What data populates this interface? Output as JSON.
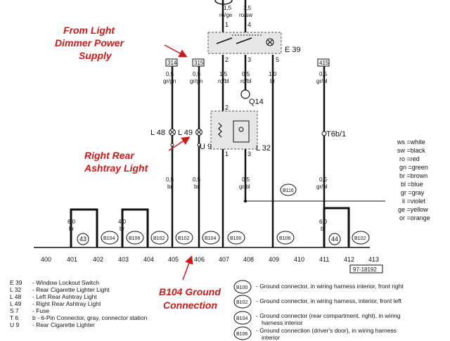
{
  "colors": {
    "wire": "#111111",
    "annotation": "#d01818",
    "box_fill": "#e6e6e6"
  },
  "icons": [
    "lamp-symbol",
    "ground-symbol",
    "connector-circle"
  ],
  "annotations": {
    "from_light_1": "From Light",
    "from_light_2": "Dimmer Power",
    "from_light_3": "Supply",
    "right_rear_1": "Right Rear",
    "right_rear_2": "Ashtray Light",
    "b104_1": "B104 Ground",
    "b104_2": "Connection"
  },
  "top_wires": [
    {
      "gauge": "1,5",
      "color": "ro/ge",
      "terminal": "1"
    },
    {
      "gauge": "1,5",
      "color": "ro/sw",
      "terminal": "4"
    }
  ],
  "switch": {
    "code": "E 39",
    "terminals": [
      "2",
      "3",
      "5"
    ]
  },
  "boxes": [
    "314",
    "315",
    "415"
  ],
  "wires": [
    {
      "gauge": "0,5",
      "color": "gr/gn"
    },
    {
      "gauge": "0,5",
      "color": "gr/gn"
    },
    {
      "gauge": "1,5",
      "color": "ro/bl"
    },
    {
      "gauge": "0,5",
      "color": "ro/bl"
    },
    {
      "gauge": "1,0",
      "color": "br"
    },
    {
      "gauge": "0,5",
      "color": "gr/bl"
    }
  ],
  "components": {
    "l48": "L 48",
    "l49": "L 49",
    "u9": "U 9",
    "l32": "L 32",
    "q14": "Q14",
    "t6": "T6b/1",
    "b116": "B116"
  },
  "lighter_terminals": [
    "2",
    "1",
    "3"
  ],
  "lower_wires": [
    {
      "gauge": "0,5",
      "color": "br"
    },
    {
      "gauge": "0,5",
      "color": "br"
    },
    {
      "gauge": "0,5",
      "color": "gr/bl"
    },
    {
      "gauge": "0,5",
      "color": "gr/bl"
    },
    {
      "gauge": "6,0",
      "color": "br"
    },
    {
      "gauge": "4,0",
      "color": "br"
    },
    {
      "gauge": "6,0",
      "color": "br"
    }
  ],
  "ground_markers": [
    "43",
    "44"
  ],
  "ground_connectors": [
    "B104",
    "B106",
    "B102",
    "B102",
    "B104",
    "B100",
    "B106",
    "B102"
  ],
  "column_numbers": [
    "400",
    "401",
    "402",
    "403",
    "404",
    "405",
    "406",
    "407",
    "408",
    "409",
    "410",
    "411",
    "412",
    "413"
  ],
  "ref_code": "97-18192",
  "color_legend": [
    "ws =white",
    "sw =black",
    "ro =red",
    "gn =green",
    "br =brown",
    "bl =blue",
    "gr =gray",
    "li =violet",
    "ge =yellow",
    "or =orange"
  ],
  "legend_left": [
    {
      "code": "E  39",
      "desc": "- Window Lockout Switch"
    },
    {
      "code": "L   32",
      "desc": "- Rear Cigarette Lighter Light"
    },
    {
      "code": "L   48",
      "desc": "- Left Rear Ashtray Light"
    },
    {
      "code": "L   49",
      "desc": "- Right Rear Ashtray Light"
    },
    {
      "code": "S    7",
      "desc": "- Fuse"
    },
    {
      "code": "T    6",
      "desc": "b - 6-Pin Connector, gray, connector station"
    },
    {
      "code": "U    9",
      "desc": "- Rear Cigarette Lighter"
    }
  ],
  "legend_right": [
    {
      "code": "B100",
      "desc": "- Ground connector, in wiring harness interior, front right"
    },
    {
      "code": "B102",
      "desc": "- Ground connector, in wiring harness, interior, front left"
    },
    {
      "code": "B104",
      "desc": "- Ground connector (rear compartment, right), in wiring",
      "desc2": "harness interior"
    },
    {
      "code": "B106",
      "desc": "- Ground connection (driver's door), in wiring harness",
      "desc2": "interior"
    }
  ]
}
